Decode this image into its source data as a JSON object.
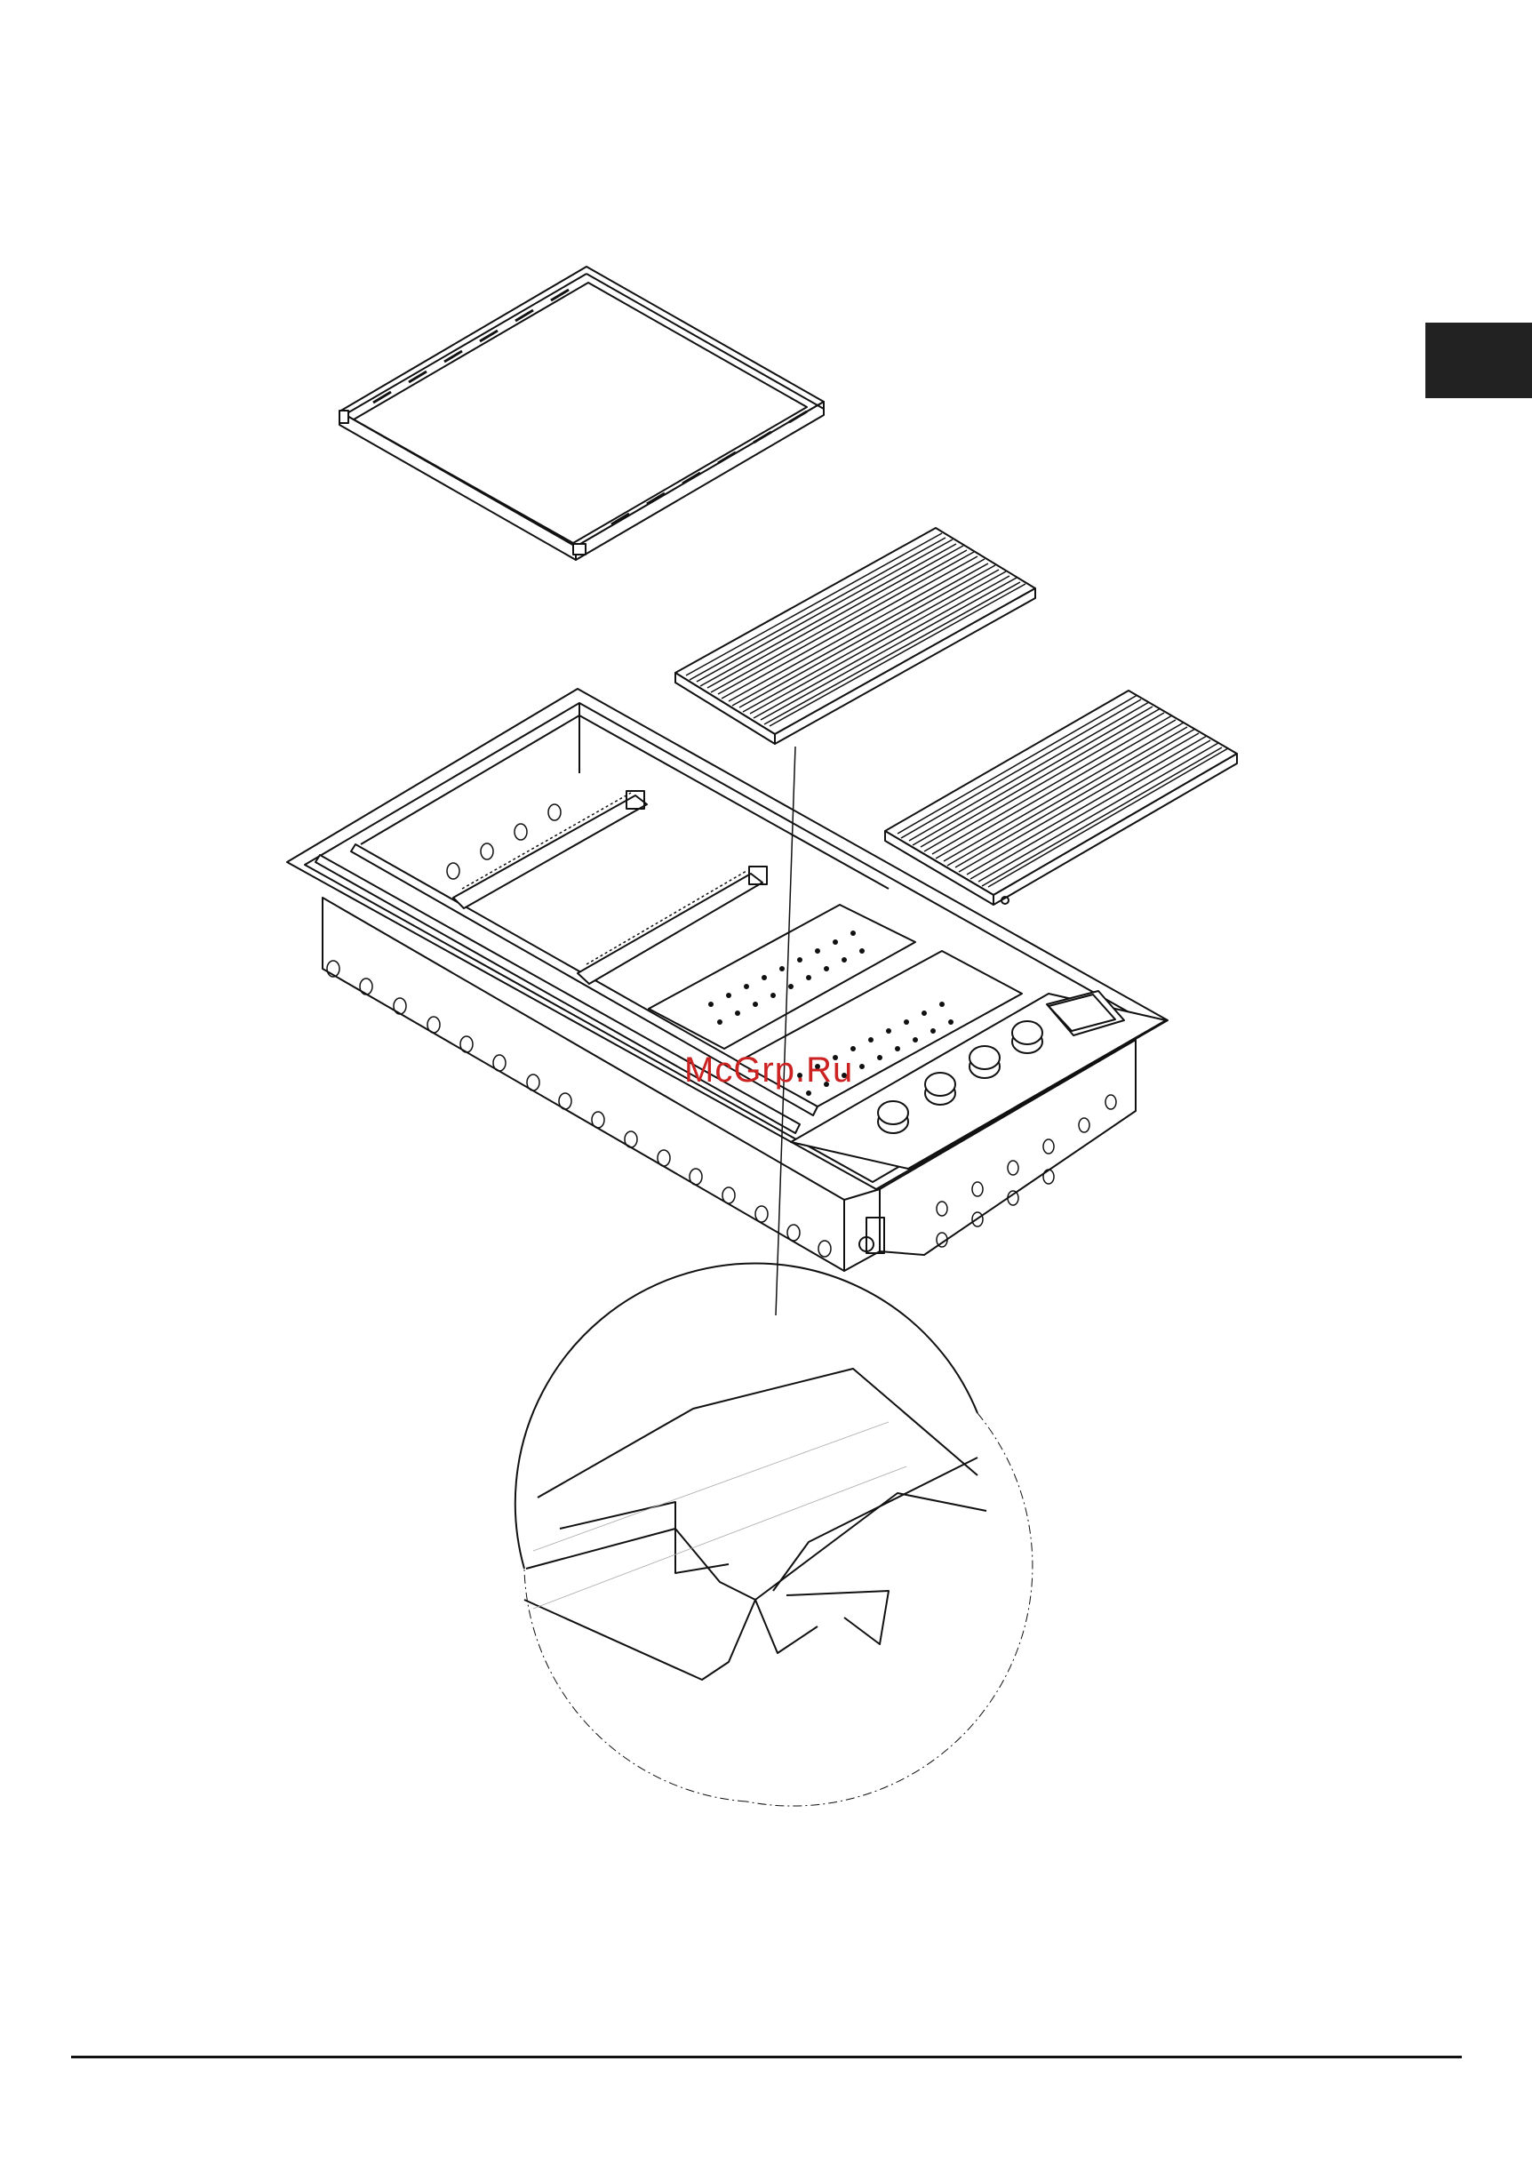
{
  "page": {
    "watermark": "McGrp.Ru",
    "watermark_color": "#cc2222",
    "tab_color": "#222222",
    "line_color": "#111111"
  },
  "figure": {
    "parts": [
      "griddle-plate",
      "cooking-grate-left",
      "cooking-grate-right",
      "grill-body",
      "burners",
      "heat-shields",
      "control-knobs",
      "detail-magnifier"
    ],
    "knob_count": 4
  }
}
